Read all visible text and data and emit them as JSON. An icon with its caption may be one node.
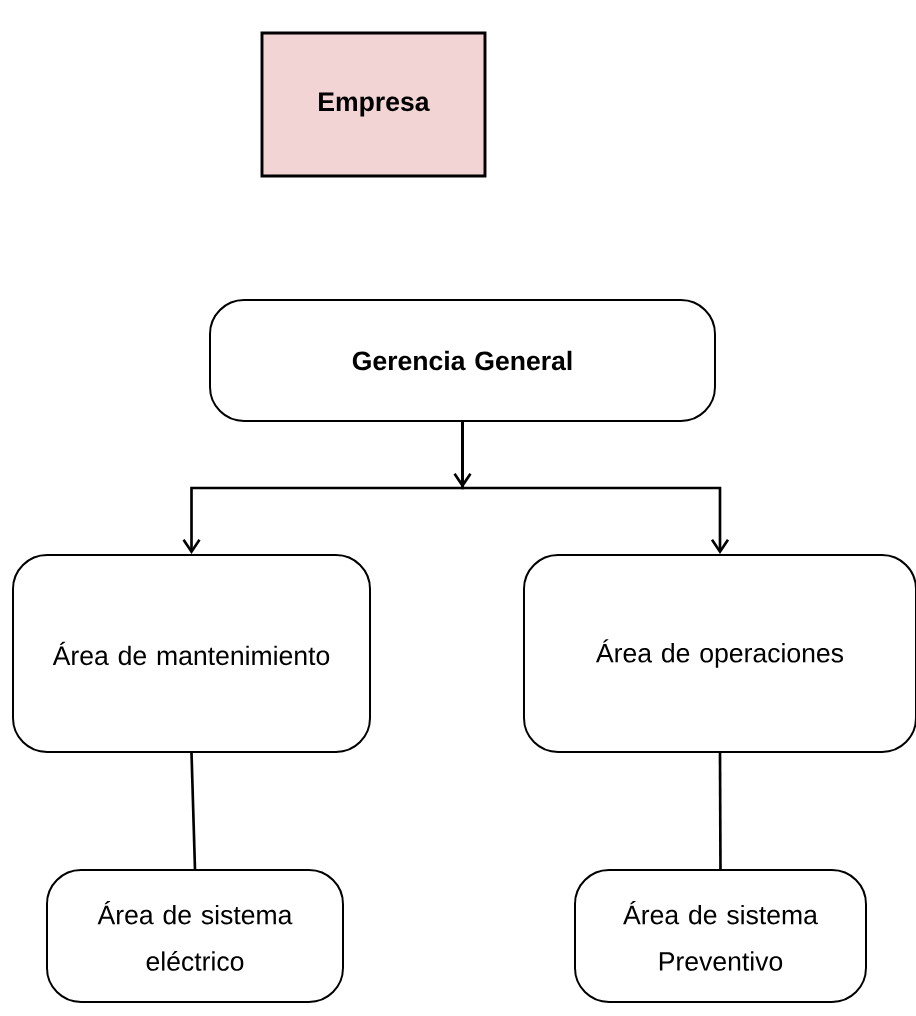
{
  "diagram": {
    "nodes": [
      {
        "text": [
          "**Empresa**"
        ]
      },
      {
        "text": [
          "**Gerencia General**"
        ]
      },
      {
        "text": [
          "Área de mantenimiento"
        ]
      },
      {
        "text": [
          "Área de operaciones"
        ]
      },
      {
        "text": [
          "Área de sistema eléctrico"
        ]
      },
      {
        "text": [
          "Área de sistema Preventivo"
        ]
      }
    ],
    "edges": [
      {
        "from": 1,
        "to": 2,
        "arrow": "to"
      },
      {
        "from": 1,
        "to": 3,
        "arrow": "to"
      },
      {
        "from": 2,
        "to": 4,
        "arrow": "none"
      },
      {
        "from": 3,
        "to": 5,
        "arrow": "none"
      }
    ]
  }
}
